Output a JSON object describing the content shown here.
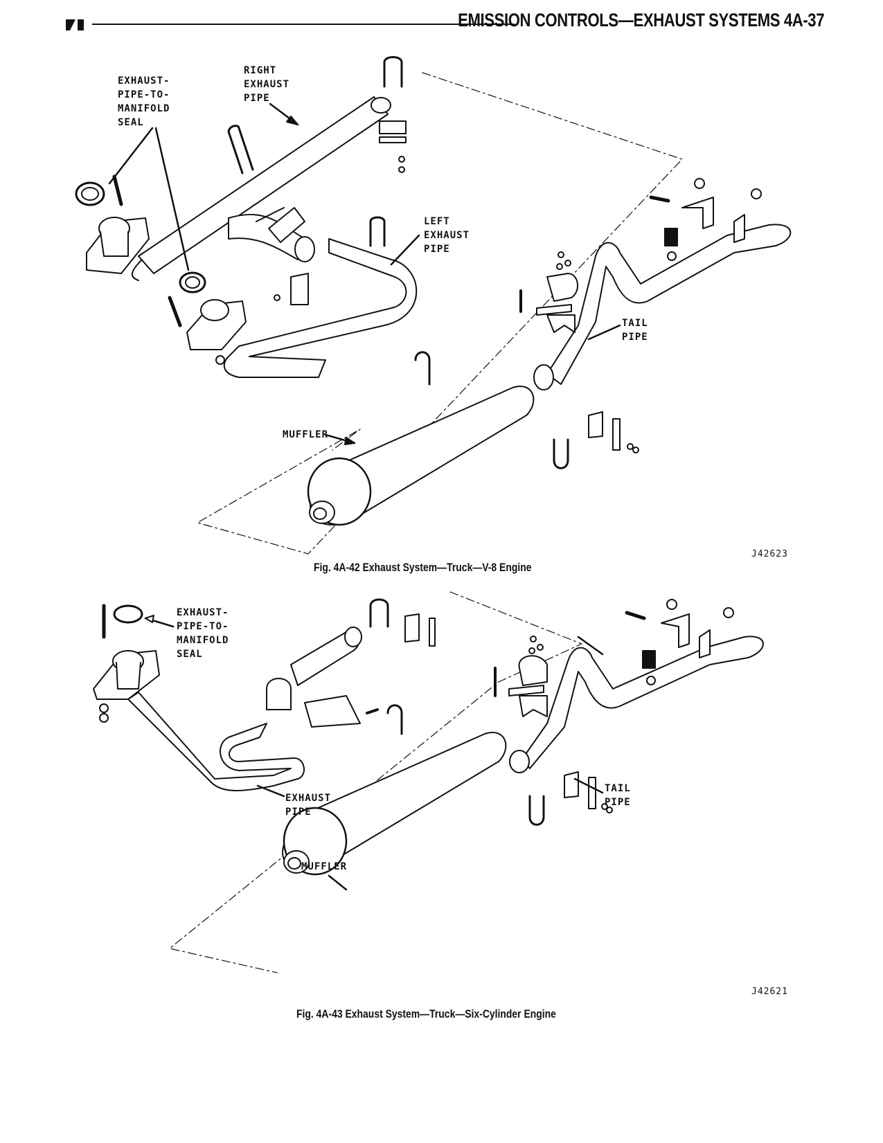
{
  "header": {
    "title": "EMISSION CONTROLS—EXHAUST SYSTEMS 4A-37"
  },
  "figures": [
    {
      "caption": "Fig. 4A-42 Exhaust System—Truck—V-8 Engine",
      "code": "J42623",
      "labels": {
        "seal": "EXHAUST-\nPIPE-TO-\nMANIFOLD\nSEAL",
        "right_pipe": "RIGHT\nEXHAUST\nPIPE",
        "left_pipe": "LEFT\nEXHAUST\nPIPE",
        "tail_pipe": "TAIL\nPIPE",
        "muffler": "MUFFLER"
      }
    },
    {
      "caption": "Fig. 4A-43 Exhaust System—Truck—Six-Cylinder Engine",
      "code": "J42621",
      "labels": {
        "seal": "EXHAUST-\nPIPE-TO-\nMANIFOLD\nSEAL",
        "exhaust_pipe": "EXHAUST\nPIPE",
        "tail_pipe": "TAIL\nPIPE",
        "muffler": "MUFFLER"
      }
    }
  ]
}
